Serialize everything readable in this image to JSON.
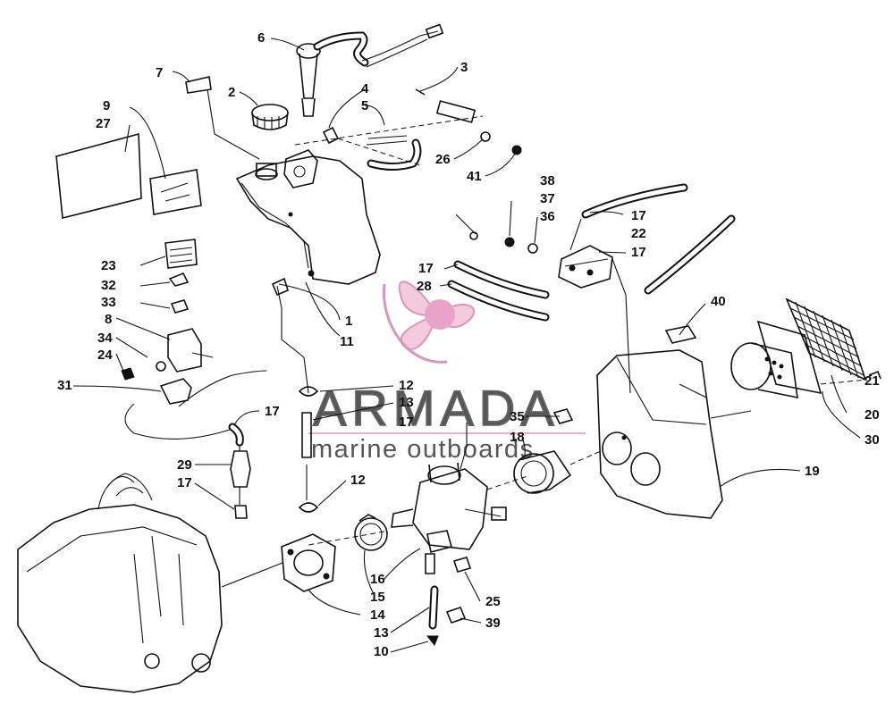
{
  "watermark": {
    "brand": "ARMADA",
    "tagline": "marine outboards",
    "logo_color": "#e8a8c8",
    "logo_dark": "#b04a86"
  },
  "callouts": {
    "c1": "1",
    "c2": "2",
    "c3": "3",
    "c4": "4",
    "c5": "5",
    "c6": "6",
    "c7": "7",
    "c8": "8",
    "c9": "9",
    "c10": "10",
    "c11": "11",
    "c12a": "12",
    "c12b": "12",
    "c13a": "13",
    "c13b": "13",
    "c14": "14",
    "c15": "15",
    "c16": "16",
    "c17a": "17",
    "c17b": "17",
    "c17c": "17",
    "c17d": "17",
    "c17e": "17",
    "c17f": "17",
    "c18": "18",
    "c19": "19",
    "c20": "20",
    "c21": "21",
    "c22": "22",
    "c23": "23",
    "c24": "24",
    "c25": "25",
    "c26": "26",
    "c27": "27",
    "c28": "28",
    "c29": "29",
    "c30": "30",
    "c31": "31",
    "c32": "32",
    "c33": "33",
    "c34": "34",
    "c35": "35",
    "c36": "36",
    "c37": "37",
    "c38": "38",
    "c39": "39",
    "c40": "40",
    "c41": "41"
  }
}
